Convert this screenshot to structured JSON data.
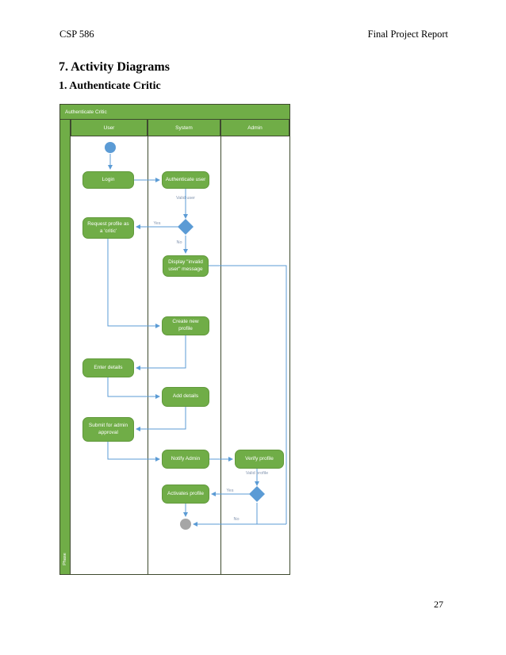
{
  "page": {
    "header_left": "CSP 586",
    "header_right": "Final Project Report",
    "section_title": "7. Activity Diagrams",
    "subsection_title": "1. Authenticate Critic",
    "page_number": "27"
  },
  "diagram": {
    "title": "Authenticate Critic",
    "phase_label": "Phase",
    "lanes": {
      "user": "User",
      "system": "System",
      "admin": "Admin"
    },
    "nodes": {
      "login": "Login",
      "authenticate_user": "Authenticate user",
      "request_profile": "Request profile as a 'critic'",
      "display_invalid": "Display \"invalid user\" message",
      "create_profile": "Create new profile",
      "enter_details": "Enter details",
      "add_details": "Add details",
      "submit_approval": "Submit for admin approval",
      "notify_admin": "Notify Admin",
      "verify_profile": "Verify profile",
      "activates_profile": "Activates profile"
    },
    "edge_labels": {
      "valid_user": "Valid user",
      "yes_upper": "Yes",
      "no_upper": "No",
      "valid_profile": "Valid profile",
      "yes_lower": "Yes",
      "no_lower": "No"
    },
    "colors": {
      "activity_green": "#70AD47",
      "connector_blue": "#5B9BD5",
      "end_node_gray": "#A6A6A6",
      "lane_border": "#3E4A2E",
      "edge_label_gray": "#8496B0"
    }
  }
}
